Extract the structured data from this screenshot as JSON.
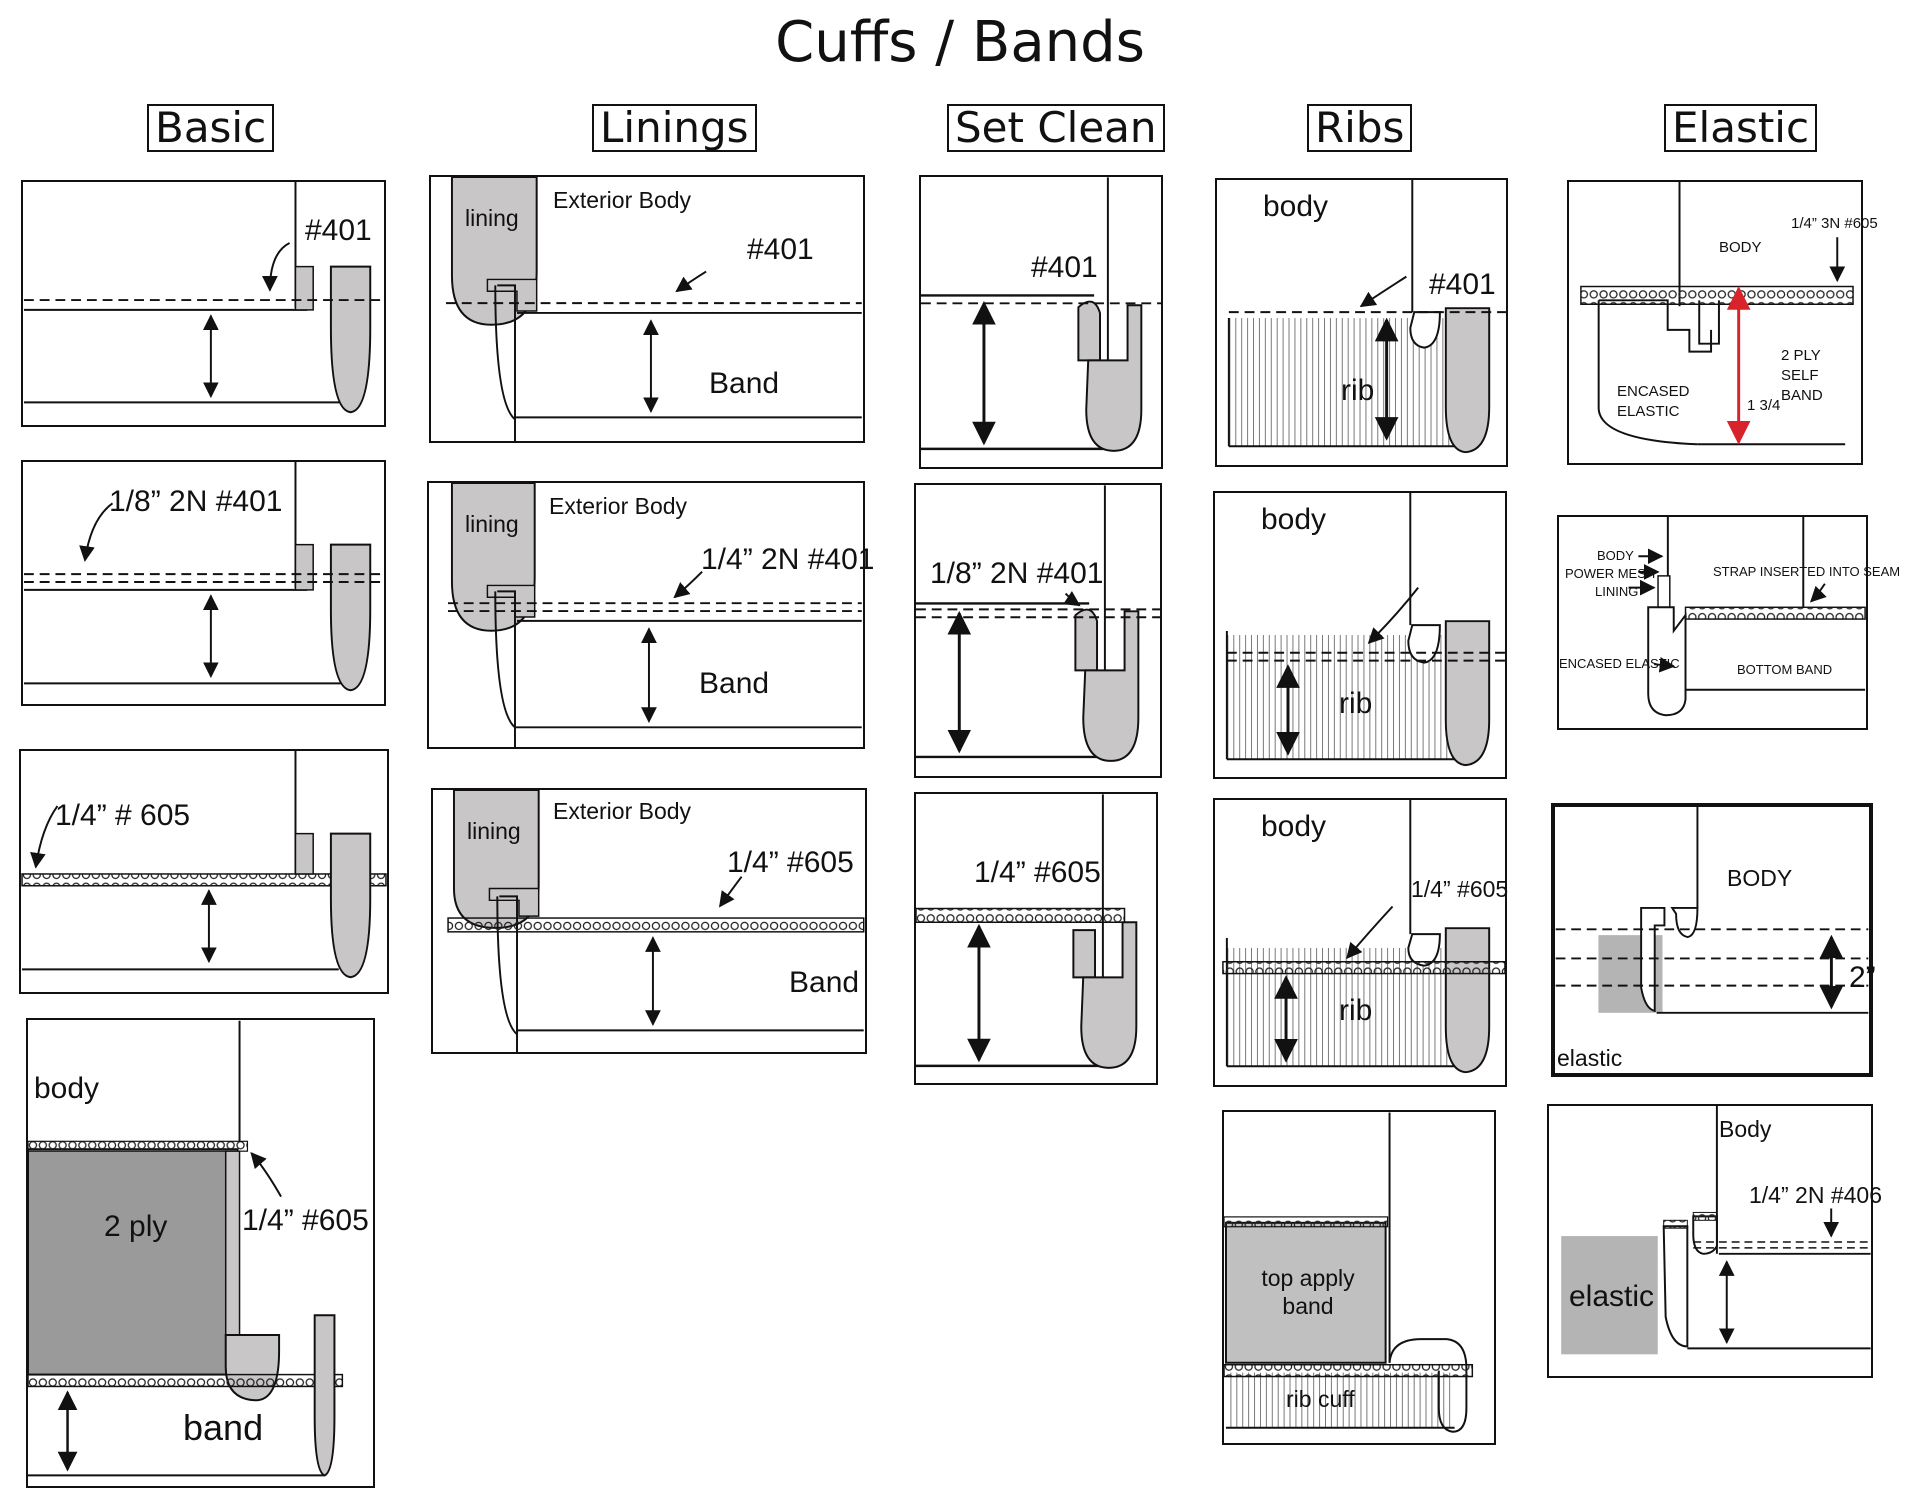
{
  "title": "Cuffs / Bands",
  "columns": {
    "basic": "Basic",
    "linings": "Linings",
    "set_clean": "Set Clean",
    "ribs": "Ribs",
    "elastic": "Elastic"
  },
  "labels": {
    "stitch_401": "#401",
    "stitch_18_2n_401": "1/8” 2N #401",
    "stitch_14_605_spaced": "1/4” # 605",
    "stitch_14_605": "1/4” #605",
    "stitch_14_2n_401": "1/4” 2N #401",
    "stitch_14_3n_605": "1/4” 3N #605",
    "stitch_14_2n_406": "1/4” 2N #406",
    "body": "body",
    "body_caps": "BODY",
    "body_title": "Body",
    "band": "band",
    "band_title": "Band",
    "two_ply": "2 ply",
    "lining": "lining",
    "lining_caps": "LINING",
    "exterior_body": "Exterior Body",
    "rib": "rib",
    "top_apply_band": "top apply band",
    "rib_cuff": "rib cuff",
    "encased_elastic": "ENCASED ELASTIC",
    "two_ply_self_band": "2 PLY SELF BAND",
    "measure_1_3_4": "1 3/4",
    "power_mesh": "POWER MESH",
    "strap_inserted": "STRAP INSERTED INTO SEAM",
    "encased_elastic_inline": "ENCASED ELASTIC",
    "bottom_band": "BOTTOM BAND",
    "elastic": "elastic",
    "measure_2in": "2”"
  },
  "colors": {
    "ink": "#111111",
    "fold_fill": "#c9c6c8",
    "ply_fill": "#9a9a9a",
    "elastic_fill": "#b4b4b4",
    "accent_arrow": "#d8232a"
  }
}
